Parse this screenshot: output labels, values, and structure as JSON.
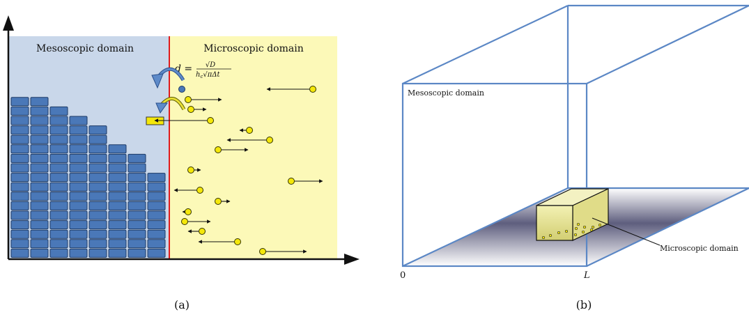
{
  "panel_a": {
    "caption": "(a)",
    "meso_label": "Mesoscopic domain",
    "micro_label": "Microscopic domain",
    "formula_d": "d =",
    "formula_num": "√D",
    "formula_den": "h",
    "formula_den_sub": "c",
    "formula_den_rest": "√πΔt",
    "stack_heights": [
      17,
      17,
      16,
      15,
      14,
      12,
      11,
      9
    ],
    "colors": {
      "meso_bg": "#c9d7ea",
      "micro_bg": "#fcf9b8",
      "box_fill": "#4a78b8",
      "box_stroke": "#1d3a66",
      "interface": "#e11b1b",
      "particle": "#f4e70a",
      "particle_stroke": "#333300",
      "meso_particle": "#4a78b8"
    }
  },
  "panel_b": {
    "caption": "(b)",
    "meso_label": "Mesoscopic domain",
    "micro_label": "Microscopic domain",
    "axis_zero": "0",
    "axis_L": "L",
    "colors": {
      "box_edge": "#5b87c5",
      "micro_box": "#ecea9a"
    }
  }
}
